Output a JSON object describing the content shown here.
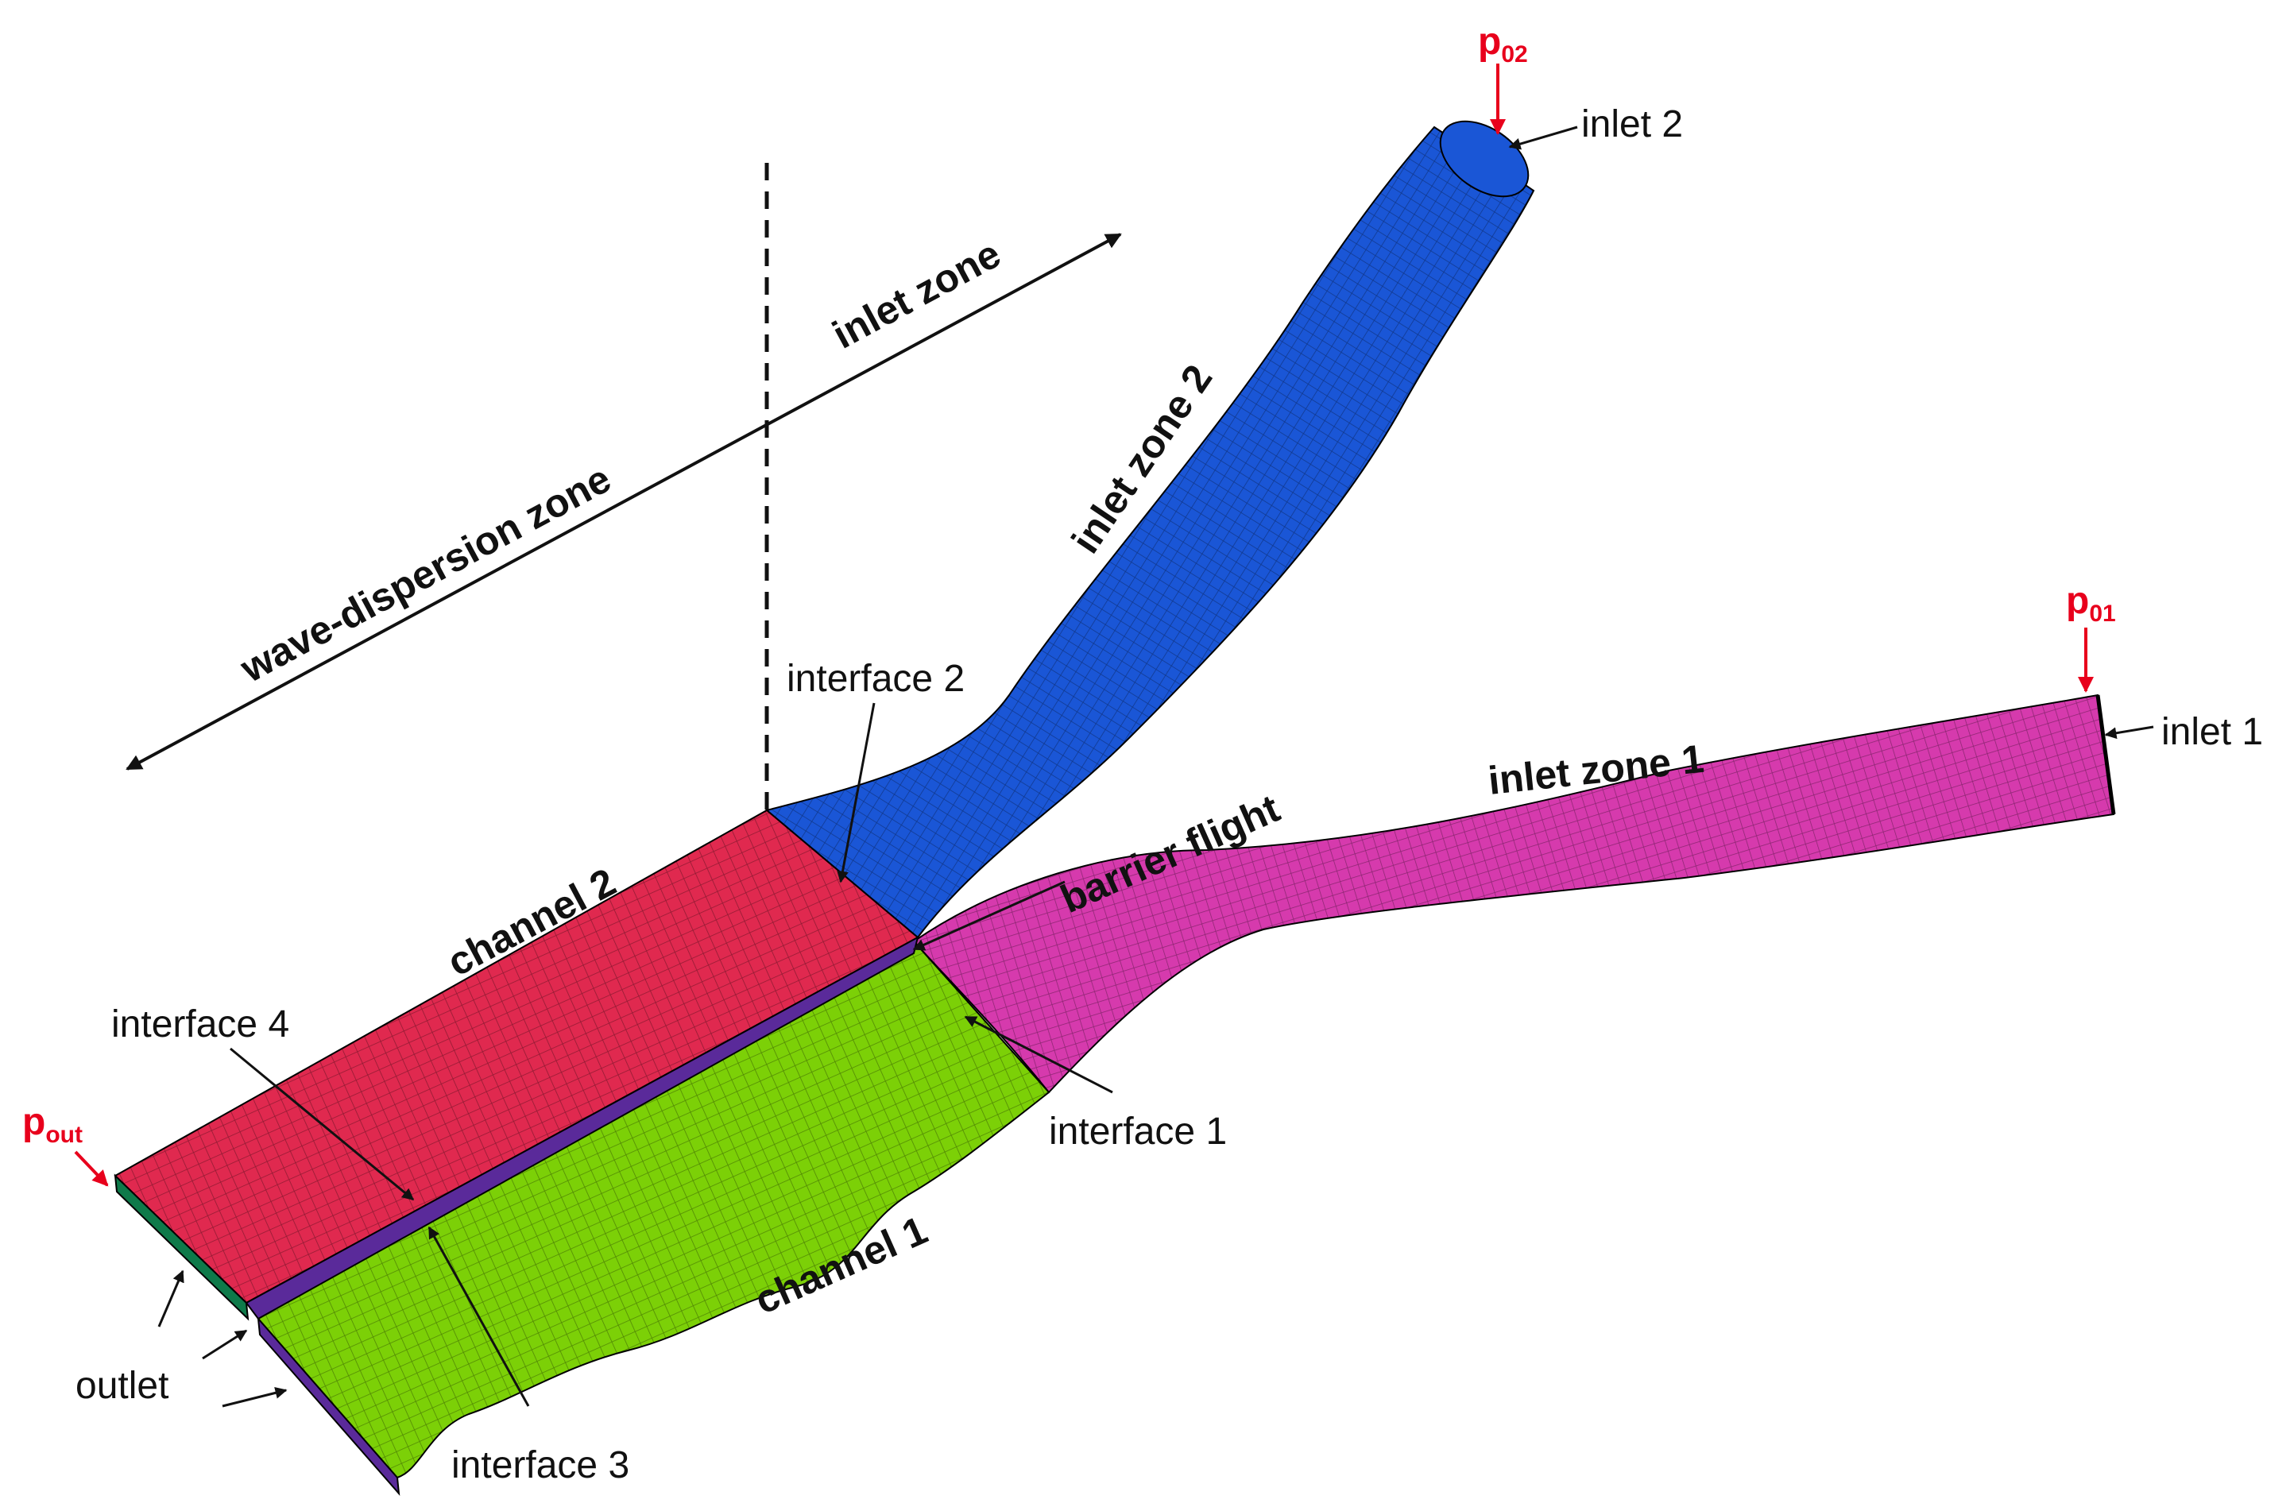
{
  "colors": {
    "channel2": "#E0294F",
    "channel1": "#7CD007",
    "inlet2_tube": "#1A56D6",
    "inlet1_tube": "#D63AAD",
    "barrier": "#5A2A9A",
    "outlet_face": "#0E7A4A",
    "pressure": "#E8001C",
    "annotation": "#111111"
  },
  "zones": {
    "wave_dispersion": "wave-dispersion zone",
    "inlet_zone": "inlet zone"
  },
  "labels": {
    "inlet_zone_2": "inlet zone 2",
    "inlet_zone_1": "inlet zone 1",
    "channel_2": "channel 2",
    "channel_1": "channel 1",
    "barrier_flight": "barrier flight",
    "interface_1": "interface 1",
    "interface_2": "interface 2",
    "interface_3": "interface 3",
    "interface_4": "interface 4",
    "inlet_1": "inlet 1",
    "inlet_2": "inlet 2",
    "outlet": "outlet"
  },
  "pressures": {
    "p01": {
      "base": "p",
      "sub": "01"
    },
    "p02": {
      "base": "p",
      "sub": "02"
    },
    "pout": {
      "base": "p",
      "sub": "out"
    }
  }
}
